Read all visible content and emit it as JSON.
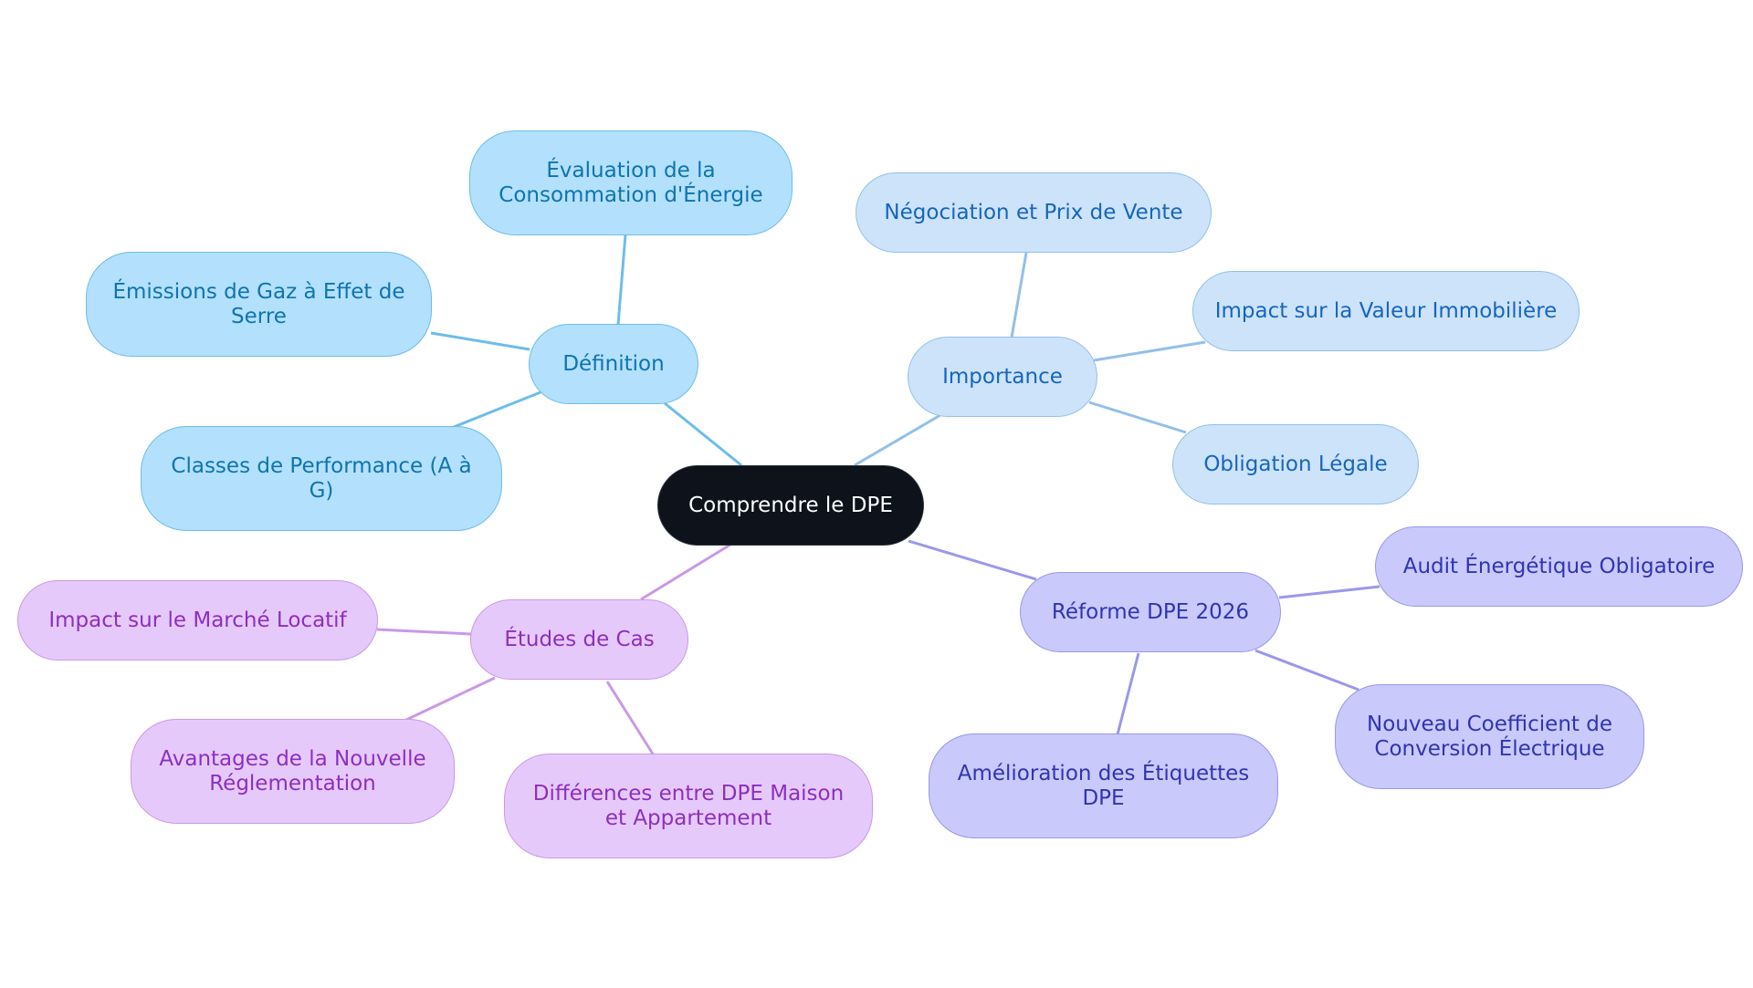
{
  "diagram": {
    "root": {
      "label": "Comprendre le DPE"
    },
    "branches": {
      "definition": {
        "label": "Définition",
        "color": "#6dbde9",
        "children": [
          "Évaluation de la Consommation d'Énergie",
          "Émissions de Gaz à Effet de Serre",
          "Classes de Performance (A à G)"
        ]
      },
      "importance": {
        "label": "Importance",
        "color": "#92c0ea",
        "children": [
          "Négociation et Prix de Vente",
          "Impact sur la Valeur Immobilière",
          "Obligation Légale"
        ]
      },
      "reforme": {
        "label": "Réforme DPE 2026",
        "color": "#9a98ea",
        "children": [
          "Audit Énergétique Obligatoire",
          "Nouveau Coefficient de Conversion Électrique",
          "Amélioration des Étiquettes DPE"
        ]
      },
      "etudes": {
        "label": "Études de Cas",
        "color": "#c999e6",
        "children": [
          "Impact sur le Marché Locatif",
          "Avantages de la Nouvelle Réglementation",
          "Différences entre DPE Maison et Appartement"
        ]
      }
    }
  }
}
